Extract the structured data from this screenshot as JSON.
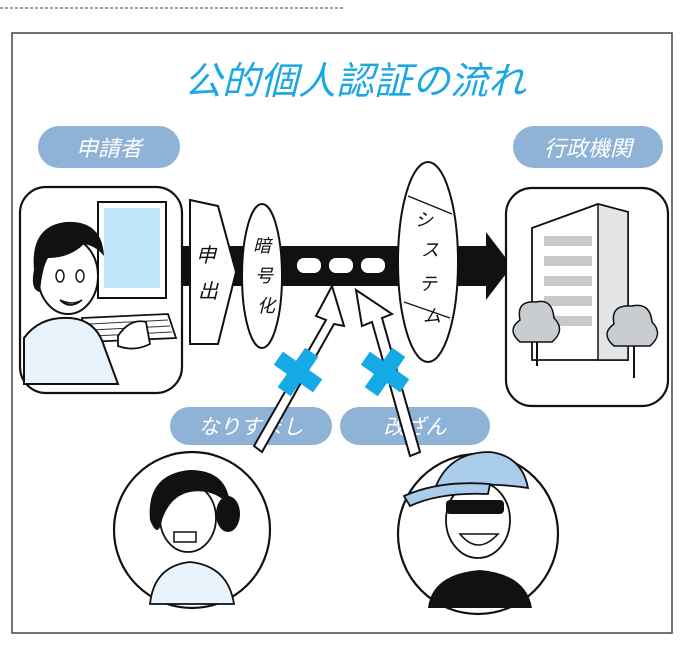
{
  "title": "公的個人認証の流れ",
  "labels": {
    "applicant": "申請者",
    "government": "行政機関",
    "impersonation": "なりすまし",
    "tampering": "改ざん"
  },
  "blocks": {
    "application_form": [
      "申",
      "出"
    ],
    "encryption": [
      "暗",
      "号",
      "化"
    ],
    "signature": [
      "シ",
      "ス",
      "テ",
      "ム"
    ]
  },
  "colors": {
    "title": "#1aa7e4",
    "label_bg": "#8fb3d6",
    "cross": "#15a9e6",
    "screen": "#bfe6f8",
    "cap": "#a9cdea",
    "tree": "#c9ccd0"
  }
}
